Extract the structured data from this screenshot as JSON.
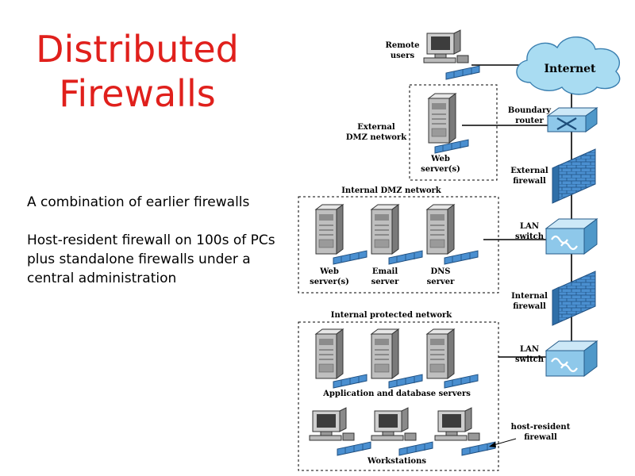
{
  "slide": {
    "title_line1": "Distributed",
    "title_line2": "Firewalls",
    "bullets": [
      "A combination of earlier firewalls",
      "Host-resident firewall on 100s of PCs plus standalone firewalls under a central administration"
    ]
  },
  "diagram": {
    "internet": "Internet",
    "remote_users": [
      "Remote",
      "users"
    ],
    "boundary_router": [
      "Boundary",
      "router"
    ],
    "external_dmz": [
      "External",
      "DMZ network"
    ],
    "external_dmz_server": [
      "Web",
      "server(s)"
    ],
    "external_firewall": [
      "External",
      "firewall"
    ],
    "internal_dmz_title": "Internal DMZ network",
    "internal_dmz_servers": [
      [
        "Web",
        "server(s)"
      ],
      [
        "Email",
        "server"
      ],
      [
        "DNS",
        "server"
      ]
    ],
    "lan_switch_1": [
      "LAN",
      "switch"
    ],
    "internal_firewall": [
      "Internal",
      "firewall"
    ],
    "protected_title": "Internal protected network",
    "lan_switch_2": [
      "LAN",
      "switch"
    ],
    "app_servers_label": "Application and database servers",
    "workstations_label": "Workstations",
    "host_resident_firewall": [
      "host-resident",
      "firewall"
    ]
  }
}
